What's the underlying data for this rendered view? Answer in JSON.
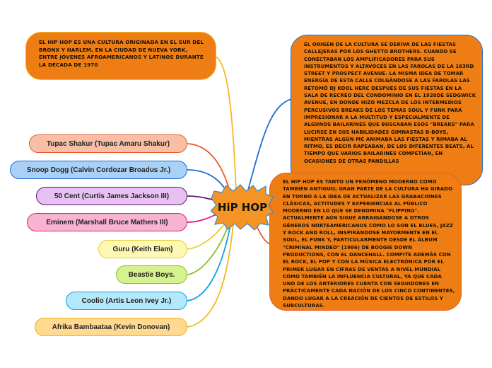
{
  "center": {
    "label": "HiP HOP",
    "fill": "#f39425",
    "border": "#3a8ad0"
  },
  "notes": {
    "origin_summary": "El hip hop es una cultura originada en el sur del Bronx y Harlem, en la ciudad de Nueva York, entre jóvenes afroamericanos y latinos durante la década de 1970",
    "origin_detail": "El origen de la cultura se deriva de las fiestas callejeras por los Ghetto Brothers. Cuando se conectaban los amplificadores para sus instrumentos y altavoces en las farolas de la 163rd Street y Prospect Avenue. La misma idea de tomar energía de esta calle colgándose a las farolas las retomó DJ Kool Herc después de sus fiestas en la sala de recreo del condominio en el 1920de Sedgwick Avenue, en donde hizo mezcla de los intermedios percusivos breaks de los temas soul y funk para impresionar a la multitud y especialmente de algunos bailarines que buscaban esos \"breaks\" para lucirse en sus habilidades gimnastas b-boys, mientras algún MC animaba las fiestas y rimaba al ritmo, es decir rapeaban, de los diferentes beats, al tiempo que varios bailarines competían, en ocasiones de otras pandillas",
    "modern": "El hip hop es tanto un fenómeno moderno como también antiguo; gran parte de la cultura ha girado en torno a la idea de actualizar las grabaciones clásicas, actitudes y experiencias al público moderno en lo que se denomina \"flipping\". Actualmente aún sigue arraigándose a otros géneros norteamericanos como lo son el blues, jazz y rock and roll, inspirándose mayormente en el soul, el funk y, particularmente desde el álbum \"Criminal Minded\" (1986) de Boogie Down Productions, con el dancehall. Compite además con el rock, el pop y con la música electrónica por el primer lugar en cifras de ventas a nivel mundial como también la influencia cultural, ya que cada uno de los anteriores cuenta con seguidores en prácticamente cada nación de los cinco continentes, dando lugar a la creación de cientos de estilos y subculturas."
  },
  "artists": [
    {
      "label": "Tupac Shakur (Tupac Amaru Shakur)",
      "fill": "#f8bfa6",
      "border": "#e85a2a"
    },
    {
      "label": "Snoop Dogg (Calvin Cordozar Broadus Jr.)",
      "fill": "#a9d0f7",
      "border": "#1f6cd0"
    },
    {
      "label": "50 Cent (Curtis James Jackson III)",
      "fill": "#e6c1f2",
      "border": "#5e1a70"
    },
    {
      "label": "Eminem (Marshall Bruce Mathers III)",
      "fill": "#f8b3d2",
      "border": "#e01d78"
    },
    {
      "label": "Guru (Keith Elam)",
      "fill": "#fff8b4",
      "border": "#e0d030"
    },
    {
      "label": "Beastie Boys.",
      "fill": "#d6f28f",
      "border": "#86c022"
    },
    {
      "label": "Coolio (Artis Leon Ivey Jr.)",
      "fill": "#b2e8fa",
      "border": "#12a0e0"
    },
    {
      "label": "Afrika Bambaataa (Kevin Donovan)",
      "fill": "#ffd98f",
      "border": "#f2b020"
    }
  ]
}
